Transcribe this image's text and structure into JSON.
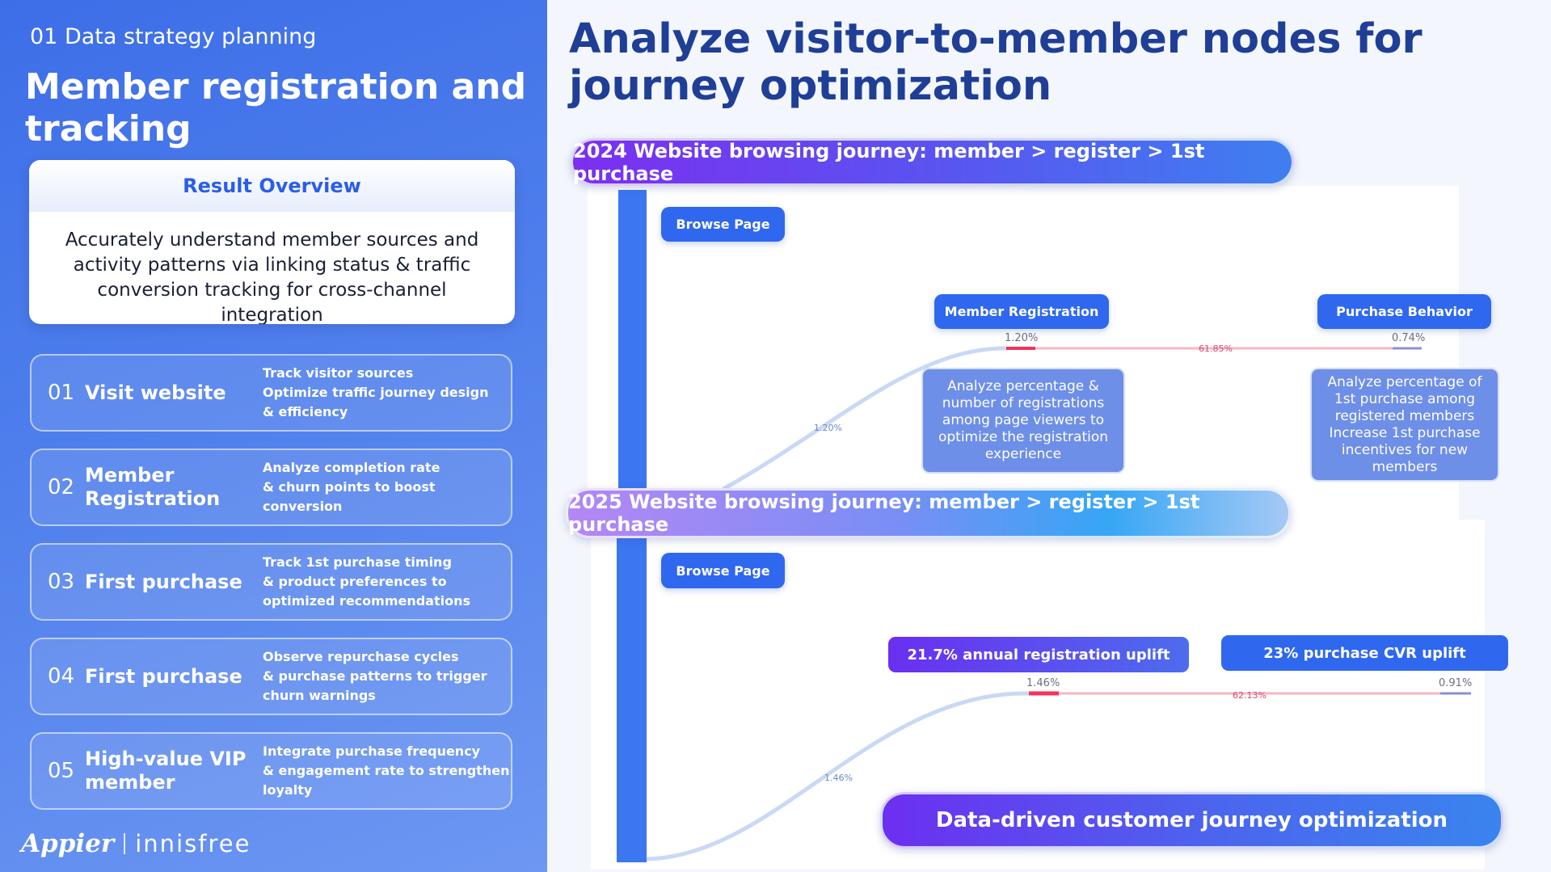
{
  "left": {
    "eyebrow": "01 Data strategy planning",
    "title": "Member registration and tracking",
    "overview": {
      "heading": "Result Overview",
      "body": "Accurately understand member sources and activity patterns via linking status & traffic conversion tracking for cross-channel integration"
    },
    "steps": [
      {
        "num": "01",
        "name": "Visit website",
        "desc": "Track visitor sources\nOptimize traffic journey design\n& efficiency"
      },
      {
        "num": "02",
        "name": "Member Registration",
        "desc": "Analyze completion rate\n& churn points to boost conversion"
      },
      {
        "num": "03",
        "name": "First purchase",
        "desc": "Track 1st purchase timing\n& product preferences to optimized recommendations"
      },
      {
        "num": "04",
        "name": "First purchase",
        "desc": "Observe repurchase cycles\n& purchase patterns to trigger churn warnings"
      },
      {
        "num": "05",
        "name": "High-value VIP member",
        "desc": "Integrate purchase frequency\n& engagement rate to strengthen loyalty"
      }
    ],
    "logos": {
      "appier": "Appier",
      "innisfree": "innisfree"
    }
  },
  "main": {
    "title": "Analyze visitor-to-member nodes for journey optimization",
    "journey_2024": {
      "label": "2024 Website browsing journey: member > register > 1st purchase",
      "browse_node": "Browse Page",
      "register_node": "Member Registration",
      "purchase_node": "Purchase Behavior",
      "flow_to_register": "1.20%",
      "register_rate": "1.20%",
      "register_to_purchase": "61.85%",
      "purchase_rate": "0.74%",
      "register_note": "Analyze percentage & number of registrations among page viewers to optimize the registration experience",
      "purchase_note": "Analyze percentage of 1st purchase among registered members Increase 1st purchase incentives for new members"
    },
    "journey_2025": {
      "label": "2025 Website browsing journey: member > register > 1st purchase",
      "browse_node": "Browse Page",
      "registration_uplift": "21.7% annual registration uplift",
      "purchase_uplift": "23% purchase CVR uplift",
      "flow_to_register": "1.46%",
      "register_rate": "1.46%",
      "register_to_purchase": "62.13%",
      "purchase_rate": "0.91%"
    },
    "conclusion": "Data-driven customer journey optimization"
  },
  "colors": {
    "left_panel": "#4f7fec",
    "title_navy": "#1f3e96",
    "node_blue": "#2f68ee",
    "flow_line": "#c9d9f5",
    "register_to_purchase_line": "#f5b8c4",
    "register_marker": "#f0345a",
    "purchase_marker": "#8a8fd6"
  }
}
